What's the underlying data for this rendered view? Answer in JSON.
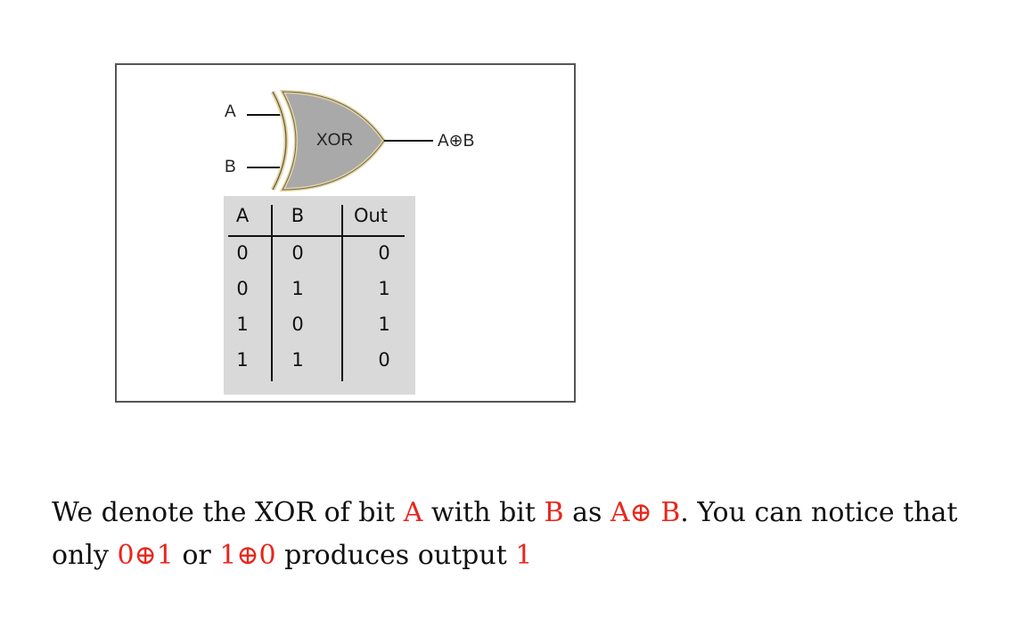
{
  "colors": {
    "highlight": "#e8261c",
    "gate_fill": "#a9a9a9",
    "gate_edge": "#e7d49a",
    "table_bg": "#d9d9d9"
  },
  "gate": {
    "input_a": "A",
    "input_b": "B",
    "body_label": "XOR",
    "output_label": "A⊕B"
  },
  "truth_table": {
    "headers": [
      "A",
      "B",
      "Out"
    ],
    "rows": [
      [
        "0",
        "0",
        "0"
      ],
      [
        "0",
        "1",
        "1"
      ],
      [
        "1",
        "0",
        "1"
      ],
      [
        "1",
        "1",
        "0"
      ]
    ]
  },
  "caption": {
    "t1": "We denote the XOR of bit ",
    "a1": "A",
    "t2": " with bit ",
    "b1": "B",
    "t3": " as ",
    "expr": "A⊕ B",
    "t4": ". You can notice that only ",
    "e1": "0⊕1",
    "t5": " or ",
    "e2": "1⊕0",
    "t6": " produces output ",
    "out": "1"
  }
}
